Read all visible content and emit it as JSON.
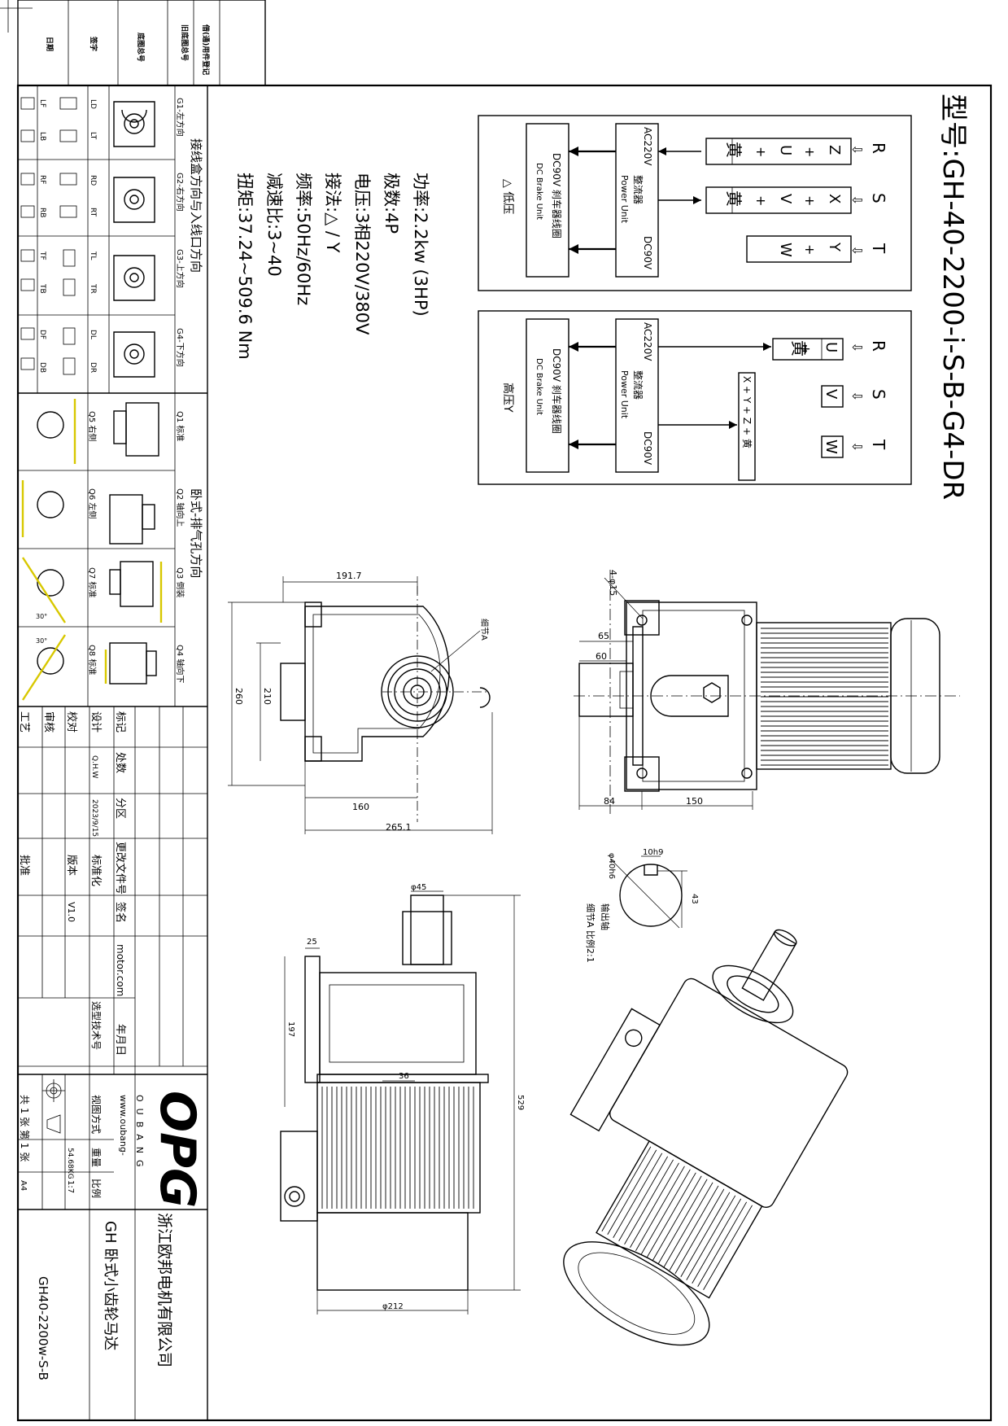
{
  "model": "型号:GH-40-2200-i-S-B-G4-DR",
  "specs": [
    "功率:2.2kw (3HP)",
    "极数:4P",
    "电压:3相220V/380V",
    "接法:△ / Y",
    "频率:50Hz/60Hz",
    "减速比:3~40",
    "扭矩:37.24~509.6 Nm"
  ],
  "wiring_low": {
    "phases": [
      "R",
      "S",
      "T"
    ],
    "motor_terms": [
      "Z",
      "X",
      "Y"
    ],
    "plus": "+",
    "arrow": "⇩",
    "u_terms": [
      "U",
      "V",
      "W"
    ],
    "yellow": "黄",
    "rect_left": "AC220V",
    "rect_main": "整流器",
    "rect_en": "Power Unit",
    "rect_right": "DC90V",
    "coil_cn": "DC90V 刹车器线圈",
    "coil_en": "DC Brake Unit",
    "mode": "△ 低压"
  },
  "wiring_high": {
    "phases": [
      "R",
      "S",
      "T"
    ],
    "u_terms": [
      "U",
      "V",
      "W"
    ],
    "plus": "+",
    "arrow": "⇩",
    "yellow": "黄",
    "xyz": "X + Y + Z + 黄",
    "rect_left": "AC220V",
    "rect_main": "整流器",
    "rect_en": "Power Unit",
    "rect_right": "DC90V",
    "coil_cn": "DC90V 刹车器线圈",
    "coil_en": "DC Brake Unit",
    "mode": "高压Y"
  },
  "dimensions": {
    "front": [
      "191.7",
      "260",
      "210",
      "160",
      "265.1",
      "细节A"
    ],
    "side": [
      "4-φ15",
      "65",
      "60",
      "84",
      "150"
    ],
    "shaft": [
      "φ40h6",
      "10h9",
      "43",
      "输出轴",
      "细节A 比例2:1"
    ],
    "bottom": [
      "φ45",
      "25",
      "197",
      "36",
      "529",
      "φ212"
    ]
  },
  "orientation": {
    "title_box": "接线盒方向与入线口方向",
    "title_mount": "卧式-排气孔方向",
    "dirs": [
      "G1-左方向",
      "G2-右方向",
      "G3-上方向",
      "G4-下方向"
    ],
    "box_codes": [
      [
        "LD",
        "LT",
        "LF",
        "LB"
      ],
      [
        "RD",
        "RT",
        "RF",
        "RB"
      ],
      [
        "TL",
        "TR",
        "TF",
        "TB"
      ],
      [
        "DL",
        "DR",
        "DF",
        "DB"
      ]
    ],
    "mounts_top": [
      "Q1 标准",
      "Q2 轴向上",
      "Q3 倒装",
      "Q4 轴向下"
    ],
    "mounts_bottom": [
      "Q5 右侧",
      "Q6 左侧",
      "Q7 标准",
      "Q8 标准"
    ],
    "angles": [
      "30°",
      "30°"
    ]
  },
  "title_block": {
    "headers": [
      "标记",
      "处数",
      "分区",
      "更改文件号",
      "签名",
      "年月日"
    ],
    "rows": [
      [
        "设计",
        "Q.H.W",
        "2023/9/15",
        "标准化"
      ],
      [
        "校对",
        "",
        "",
        "版本",
        "V1.0"
      ],
      [
        "审核"
      ],
      [
        "工艺",
        "",
        "",
        "批准"
      ]
    ],
    "motor_url": "motor.com",
    "select_no": "选型技术号",
    "brand": "OPG",
    "brand_sub": "OUBANG",
    "web": "www.oubang-",
    "view_mode": "视图方式",
    "weight_label": "重量",
    "weight": "54.68KG",
    "scale_label": "比例",
    "scale": "1:7",
    "sheets": "共 1 张 第 1 张",
    "size": "A4",
    "company": "浙江欧邦电机有限公司",
    "product": "GH 卧式小齿轮马达",
    "drawing_no": "GH40-2200w-S-B"
  },
  "margin_labels": [
    "借(通)用件登记",
    "旧底图总号",
    "底图总号",
    "签字",
    "日期"
  ]
}
